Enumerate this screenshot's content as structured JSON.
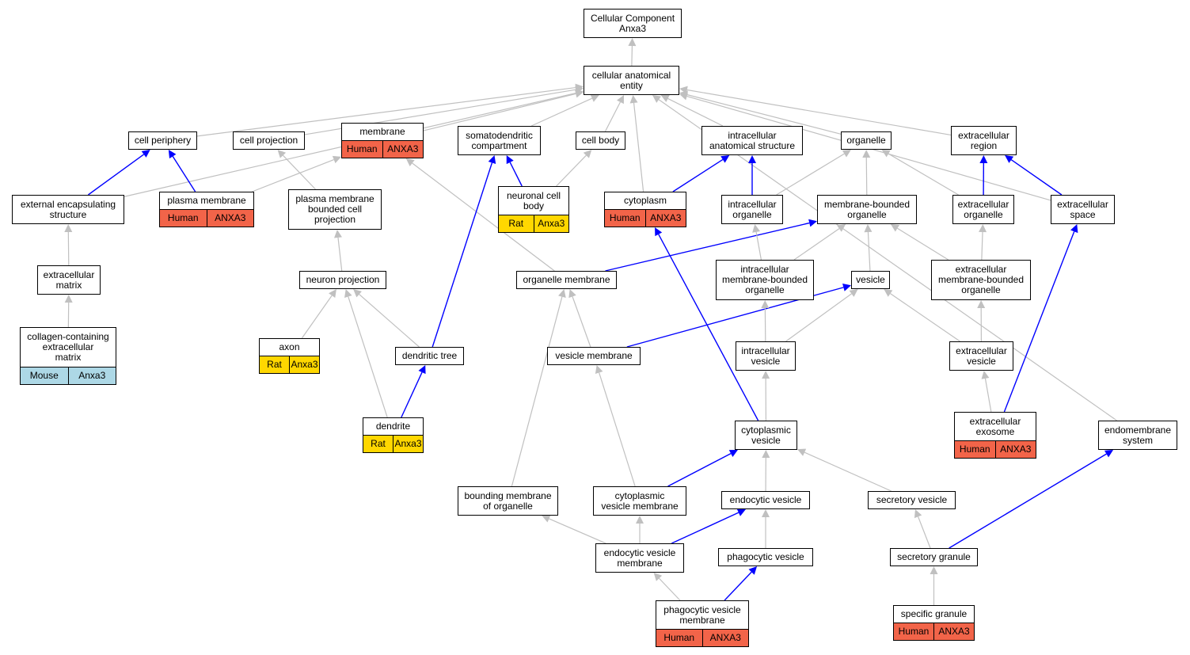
{
  "colors": {
    "is_a": "#c0c0c0",
    "part_of": "#0000ff",
    "Human": "#f26449",
    "Rat": "#ffd700",
    "Mouse": "#add8e6"
  },
  "nodes": [
    {
      "id": "root",
      "label": "Cellular Component\nAnxa3"
    },
    {
      "id": "cae",
      "label": "cellular anatomical\nentity"
    },
    {
      "id": "cellper",
      "label": "cell periphery"
    },
    {
      "id": "cellproj",
      "label": "cell projection"
    },
    {
      "id": "membrane",
      "label": "membrane",
      "species": "Human",
      "gene": "ANXA3"
    },
    {
      "id": "somato",
      "label": "somatodendritic\ncompartment"
    },
    {
      "id": "cellbody",
      "label": "cell body"
    },
    {
      "id": "ias",
      "label": "intracellular\nanatomical structure"
    },
    {
      "id": "organelle",
      "label": "organelle"
    },
    {
      "id": "extreg",
      "label": "extracellular\nregion"
    },
    {
      "id": "extencap",
      "label": "external encapsulating\nstructure"
    },
    {
      "id": "plasmem",
      "label": "plasma membrane",
      "species": "Human",
      "gene": "ANXA3"
    },
    {
      "id": "pmbcp",
      "label": "plasma membrane\nbounded cell\nprojection"
    },
    {
      "id": "ncb",
      "label": "neuronal cell\nbody",
      "species": "Rat",
      "gene": "Anxa3"
    },
    {
      "id": "cytoplasm",
      "label": "cytoplasm",
      "species": "Human",
      "gene": "ANXA3"
    },
    {
      "id": "intorg",
      "label": "intracellular\norganelle"
    },
    {
      "id": "mbo",
      "label": "membrane-bounded\norganelle"
    },
    {
      "id": "extorg",
      "label": "extracellular\norganelle"
    },
    {
      "id": "extspace",
      "label": "extracellular\nspace"
    },
    {
      "id": "ecm",
      "label": "extracellular\nmatrix"
    },
    {
      "id": "neuproj",
      "label": "neuron projection"
    },
    {
      "id": "orgmem",
      "label": "organelle membrane"
    },
    {
      "id": "imbo",
      "label": "intracellular\nmembrane-bounded\norganelle"
    },
    {
      "id": "vesicle",
      "label": "vesicle"
    },
    {
      "id": "embo",
      "label": "extracellular\nmembrane-bounded\norganelle"
    },
    {
      "id": "collagen",
      "label": "collagen-containing\nextracellular\nmatrix",
      "species": "Mouse",
      "gene": "Anxa3"
    },
    {
      "id": "axon",
      "label": "axon",
      "species": "Rat",
      "gene": "Anxa3"
    },
    {
      "id": "dentree",
      "label": "dendritic tree"
    },
    {
      "id": "vesmem",
      "label": "vesicle membrane"
    },
    {
      "id": "intves",
      "label": "intracellular\nvesicle"
    },
    {
      "id": "extves",
      "label": "extracellular\nvesicle"
    },
    {
      "id": "dendrite",
      "label": "dendrite",
      "species": "Rat",
      "gene": "Anxa3"
    },
    {
      "id": "extexo",
      "label": "extracellular\nexosome",
      "species": "Human",
      "gene": "ANXA3"
    },
    {
      "id": "cytves",
      "label": "cytoplasmic\nvesicle"
    },
    {
      "id": "endomem",
      "label": "endomembrane\nsystem"
    },
    {
      "id": "bmo",
      "label": "bounding membrane\nof organelle"
    },
    {
      "id": "cvm",
      "label": "cytoplasmic\nvesicle membrane"
    },
    {
      "id": "endoves",
      "label": "endocytic vesicle"
    },
    {
      "id": "secves",
      "label": "secretory vesicle"
    },
    {
      "id": "evm",
      "label": "endocytic vesicle\nmembrane"
    },
    {
      "id": "phagoves",
      "label": "phagocytic vesicle"
    },
    {
      "id": "secgran",
      "label": "secretory granule"
    },
    {
      "id": "pvm",
      "label": "phagocytic vesicle\nmembrane",
      "species": "Human",
      "gene": "ANXA3"
    },
    {
      "id": "specgran",
      "label": "specific granule",
      "species": "Human",
      "gene": "ANXA3"
    }
  ],
  "edges": [
    {
      "from": "cae",
      "to": "root",
      "type": "is_a"
    },
    {
      "from": "cellper",
      "to": "cae",
      "type": "is_a"
    },
    {
      "from": "cellproj",
      "to": "cae",
      "type": "is_a"
    },
    {
      "from": "membrane",
      "to": "cae",
      "type": "is_a"
    },
    {
      "from": "somato",
      "to": "cae",
      "type": "is_a"
    },
    {
      "from": "cellbody",
      "to": "cae",
      "type": "is_a"
    },
    {
      "from": "ias",
      "to": "cae",
      "type": "is_a"
    },
    {
      "from": "organelle",
      "to": "cae",
      "type": "is_a"
    },
    {
      "from": "extreg",
      "to": "cae",
      "type": "is_a"
    },
    {
      "from": "extencap",
      "to": "cae",
      "type": "is_a"
    },
    {
      "from": "cytoplasm",
      "to": "cae",
      "type": "is_a"
    },
    {
      "from": "extspace",
      "to": "cae",
      "type": "is_a"
    },
    {
      "from": "endomem",
      "to": "cae",
      "type": "is_a"
    },
    {
      "from": "extencap",
      "to": "cellper",
      "type": "part_of"
    },
    {
      "from": "plasmem",
      "to": "cellper",
      "type": "part_of"
    },
    {
      "from": "plasmem",
      "to": "membrane",
      "type": "is_a"
    },
    {
      "from": "pmbcp",
      "to": "cellproj",
      "type": "is_a"
    },
    {
      "from": "ncb",
      "to": "somato",
      "type": "part_of"
    },
    {
      "from": "ncb",
      "to": "cellbody",
      "type": "is_a"
    },
    {
      "from": "cytoplasm",
      "to": "ias",
      "type": "part_of"
    },
    {
      "from": "intorg",
      "to": "ias",
      "type": "part_of"
    },
    {
      "from": "intorg",
      "to": "organelle",
      "type": "is_a"
    },
    {
      "from": "mbo",
      "to": "organelle",
      "type": "is_a"
    },
    {
      "from": "extorg",
      "to": "organelle",
      "type": "is_a"
    },
    {
      "from": "extorg",
      "to": "extreg",
      "type": "part_of"
    },
    {
      "from": "extspace",
      "to": "extreg",
      "type": "part_of"
    },
    {
      "from": "ecm",
      "to": "extencap",
      "type": "is_a"
    },
    {
      "from": "collagen",
      "to": "ecm",
      "type": "is_a"
    },
    {
      "from": "neuproj",
      "to": "pmbcp",
      "type": "is_a"
    },
    {
      "from": "orgmem",
      "to": "membrane",
      "type": "is_a"
    },
    {
      "from": "orgmem",
      "to": "mbo",
      "type": "part_of"
    },
    {
      "from": "imbo",
      "to": "intorg",
      "type": "is_a"
    },
    {
      "from": "imbo",
      "to": "mbo",
      "type": "is_a"
    },
    {
      "from": "vesicle",
      "to": "mbo",
      "type": "is_a"
    },
    {
      "from": "embo",
      "to": "mbo",
      "type": "is_a"
    },
    {
      "from": "embo",
      "to": "extorg",
      "type": "is_a"
    },
    {
      "from": "axon",
      "to": "neuproj",
      "type": "is_a"
    },
    {
      "from": "dentree",
      "to": "neuproj",
      "type": "is_a"
    },
    {
      "from": "dentree",
      "to": "somato",
      "type": "part_of"
    },
    {
      "from": "dendrite",
      "to": "neuproj",
      "type": "is_a"
    },
    {
      "from": "dendrite",
      "to": "dentree",
      "type": "part_of"
    },
    {
      "from": "vesmem",
      "to": "orgmem",
      "type": "is_a"
    },
    {
      "from": "vesmem",
      "to": "vesicle",
      "type": "part_of"
    },
    {
      "from": "intves",
      "to": "imbo",
      "type": "is_a"
    },
    {
      "from": "intves",
      "to": "vesicle",
      "type": "is_a"
    },
    {
      "from": "extves",
      "to": "vesicle",
      "type": "is_a"
    },
    {
      "from": "extves",
      "to": "embo",
      "type": "is_a"
    },
    {
      "from": "extexo",
      "to": "extves",
      "type": "is_a"
    },
    {
      "from": "extexo",
      "to": "extspace",
      "type": "part_of"
    },
    {
      "from": "cytves",
      "to": "intves",
      "type": "is_a"
    },
    {
      "from": "cytves",
      "to": "cytoplasm",
      "type": "part_of"
    },
    {
      "from": "bmo",
      "to": "orgmem",
      "type": "is_a"
    },
    {
      "from": "cvm",
      "to": "vesmem",
      "type": "is_a"
    },
    {
      "from": "cvm",
      "to": "cytves",
      "type": "part_of"
    },
    {
      "from": "endoves",
      "to": "cytves",
      "type": "is_a"
    },
    {
      "from": "secves",
      "to": "cytves",
      "type": "is_a"
    },
    {
      "from": "evm",
      "to": "bmo",
      "type": "is_a"
    },
    {
      "from": "evm",
      "to": "cvm",
      "type": "is_a"
    },
    {
      "from": "evm",
      "to": "endoves",
      "type": "part_of"
    },
    {
      "from": "phagoves",
      "to": "endoves",
      "type": "is_a"
    },
    {
      "from": "secgran",
      "to": "secves",
      "type": "is_a"
    },
    {
      "from": "secgran",
      "to": "endomem",
      "type": "part_of"
    },
    {
      "from": "pvm",
      "to": "evm",
      "type": "is_a"
    },
    {
      "from": "pvm",
      "to": "phagoves",
      "type": "part_of"
    },
    {
      "from": "specgran",
      "to": "secgran",
      "type": "is_a"
    }
  ]
}
